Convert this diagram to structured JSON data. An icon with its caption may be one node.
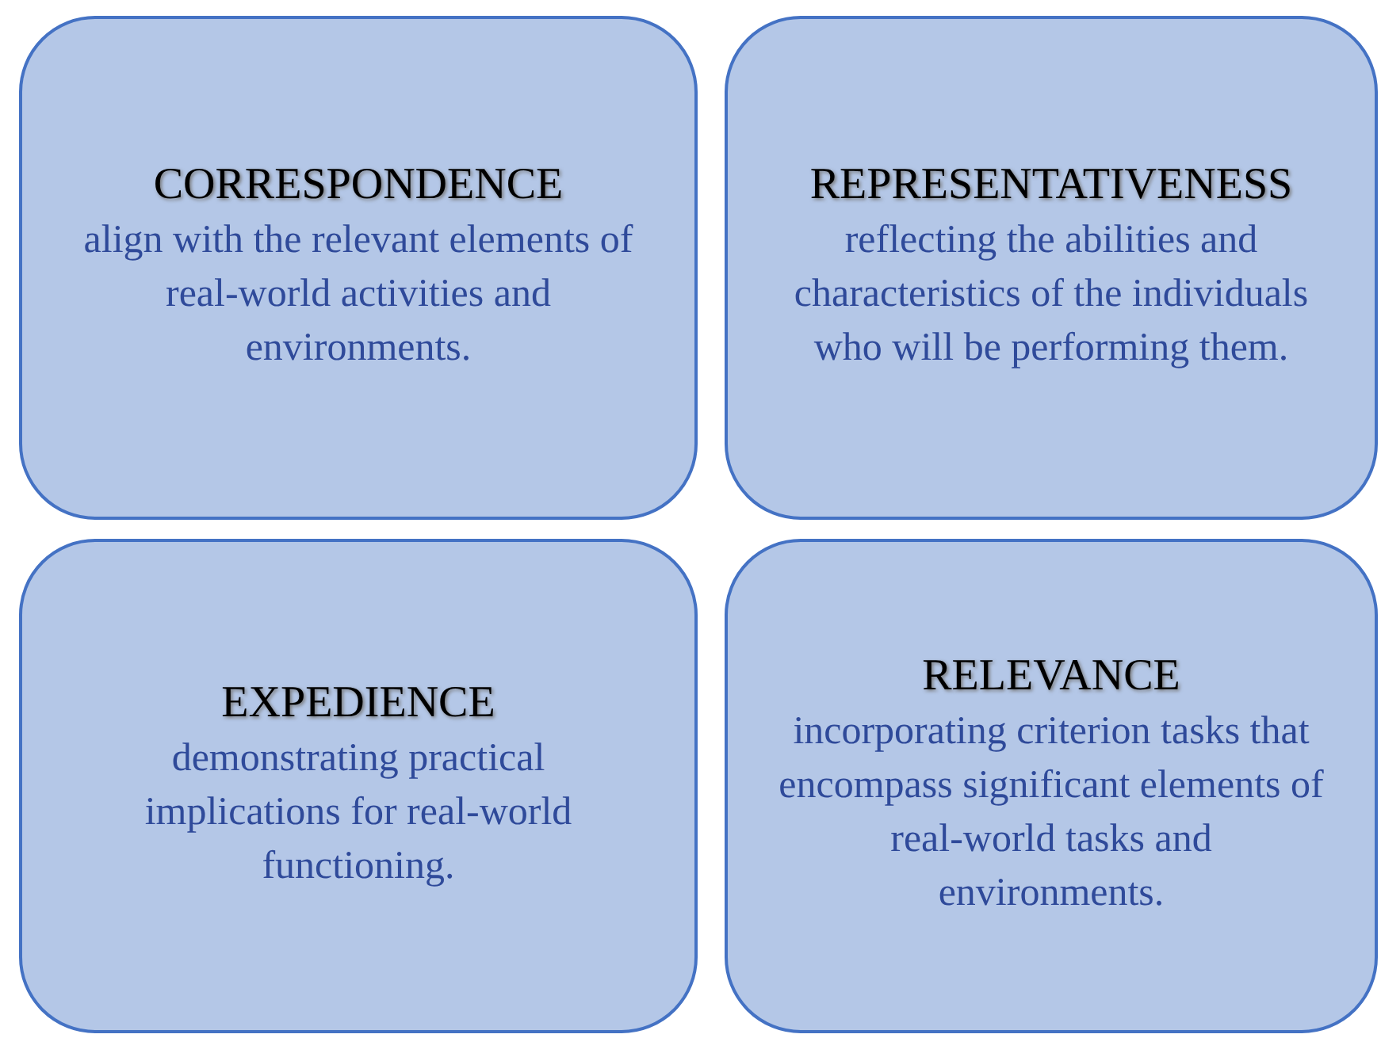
{
  "diagram": {
    "nodes": [
      {
        "text": [
          "CORRESPONDENCE",
          "align with the relevant elements of real-world activities and environments."
        ]
      },
      {
        "text": [
          "REPRESENTATIVENESS",
          "reflecting the abilities and characteristics of the individuals who will be performing them."
        ]
      },
      {
        "text": [
          "EXPEDIENCE",
          "demonstrating practical implications for real-world functioning."
        ]
      },
      {
        "text": [
          "RELEVANCE",
          "incorporating criterion tasks that encompass significant elements of real-world tasks and environments."
        ]
      }
    ]
  }
}
